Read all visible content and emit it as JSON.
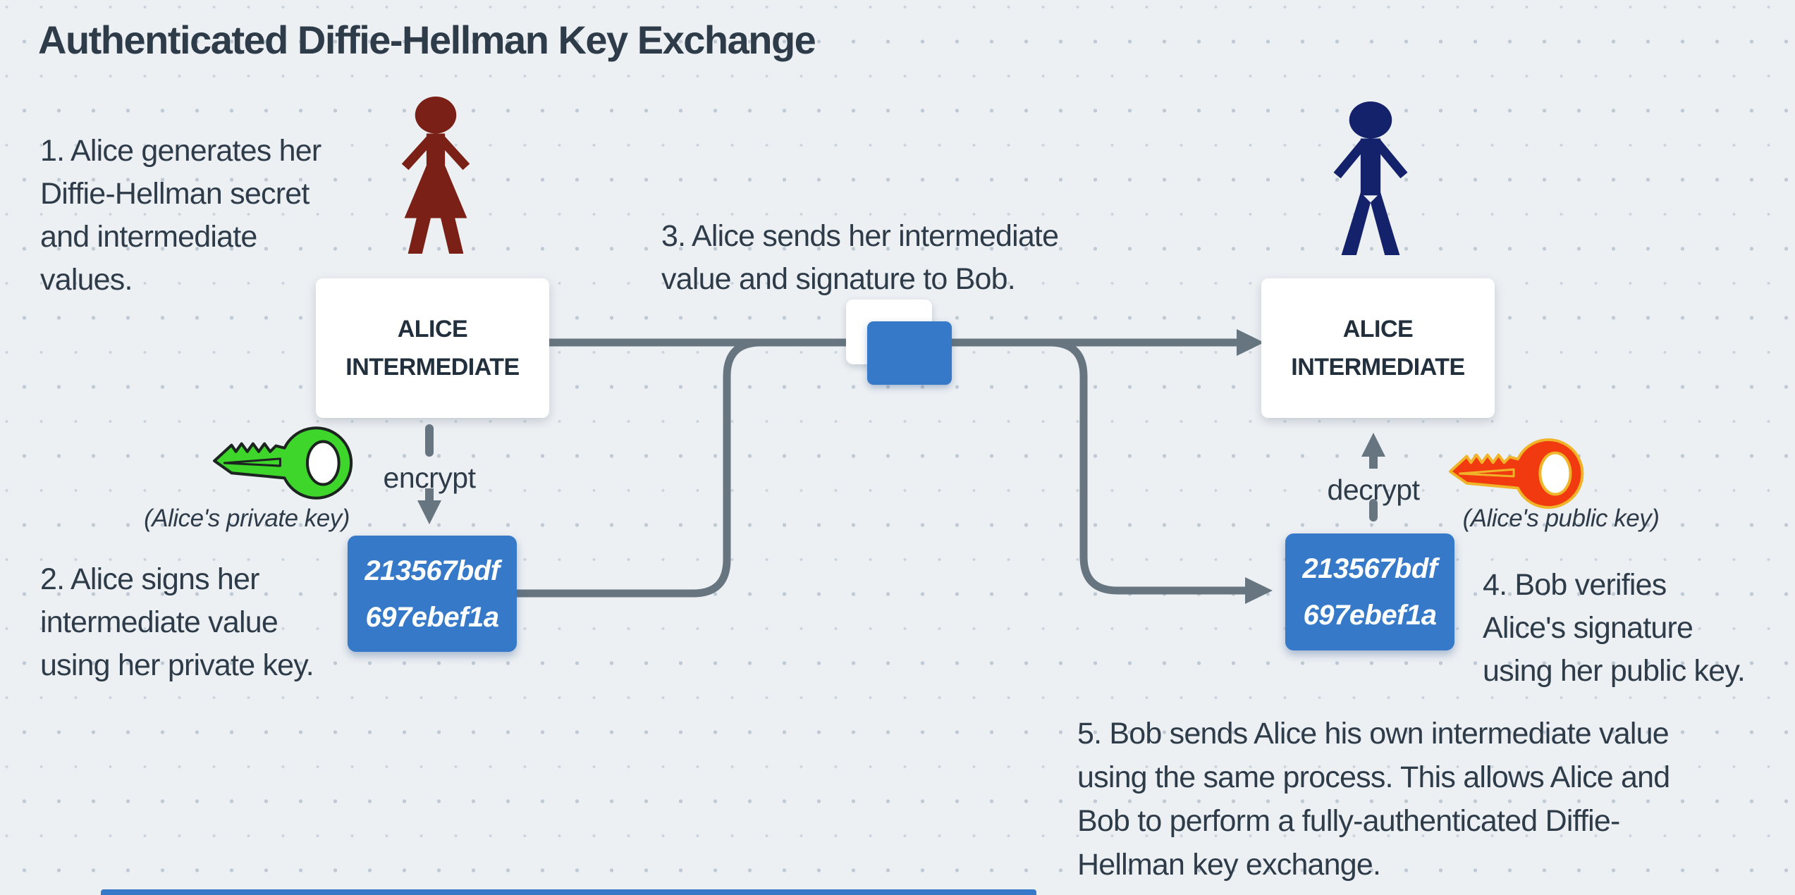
{
  "title": "Authenticated Diffie-Hellman Key Exchange",
  "steps": {
    "step1": "1. Alice generates her\nDiffie-Hellman secret\nand intermediate\nvalues.",
    "step2": "2. Alice signs her\nintermediate value\nusing her private key.",
    "step3": "3. Alice sends her intermediate\nvalue and signature to Bob.",
    "step4": "4. Bob verifies\nAlice's signature\nusing her public key.",
    "step5": "5. Bob sends Alice his own intermediate value\nusing the same process. This allows Alice and\nBob to perform a fully-authenticated Diffie-\nHellman key exchange."
  },
  "boxes": {
    "alice_intermediate": "ALICE\nINTERMEDIATE",
    "signature": {
      "line1": "213567bdf",
      "line2": "697ebef1a"
    }
  },
  "labels": {
    "encrypt": "encrypt",
    "decrypt": "decrypt"
  },
  "captions": {
    "private_key": "(Alice's private key)",
    "public_key": "(Alice's public key)"
  },
  "icons": {
    "alice": "woman-figure",
    "bob": "man-figure",
    "private_key": "green-key",
    "public_key": "red-key",
    "signed_value": "blue-signature-chip"
  },
  "colors": {
    "background": "#edf0f3",
    "dot": "#c3ccd6",
    "text": "#2e3b49",
    "box_text": "#22303e",
    "line": "#66757f",
    "blue": "#3579c8",
    "alice": "#7a2017",
    "bob": "#14216b",
    "key_green": "#3fd62c",
    "key_green_outline": "#1c2420",
    "key_red": "#f13a10",
    "key_red_outline": "#f0b429",
    "white": "#ffffff"
  }
}
